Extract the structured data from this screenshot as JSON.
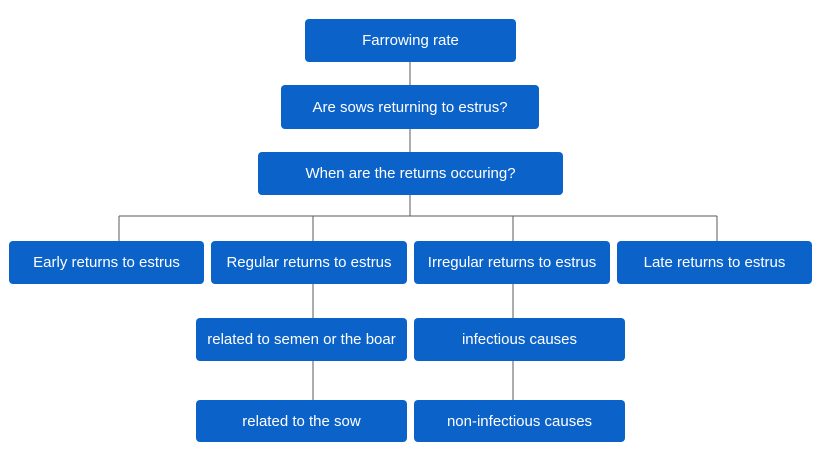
{
  "colors": {
    "node_fill": "#0b62c9",
    "node_text": "#ffffff",
    "connector": "#5a5a5a",
    "background": "#ffffff"
  },
  "nodes": {
    "farrowing_rate": "Farrowing rate",
    "returning_question": "Are sows returning to estrus?",
    "when_question": "When are the returns occuring?",
    "early_returns": "Early returns to estrus",
    "regular_returns": "Regular returns to estrus",
    "irregular_returns": "Irregular returns to estrus",
    "late_returns": "Late returns to estrus",
    "semen_boar": "related to semen or the boar",
    "sow": "related to the sow",
    "infectious": "infectious causes",
    "non_infectious": "non-infectious causes"
  }
}
